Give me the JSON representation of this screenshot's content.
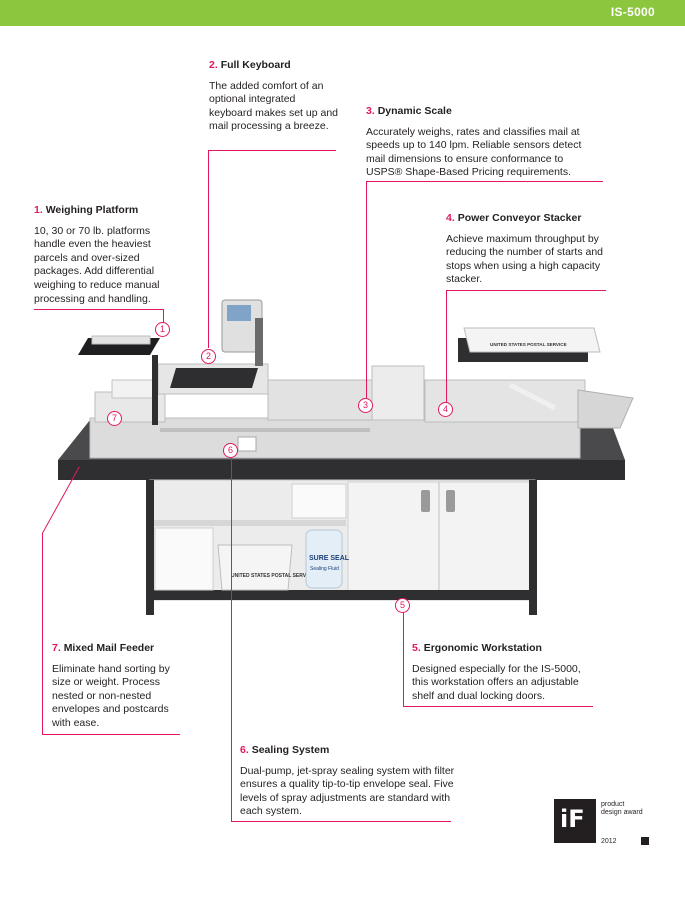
{
  "header": {
    "model": "IS-5000",
    "bar_color": "#8cc63f"
  },
  "accent_color": "#e2185b",
  "callouts": [
    {
      "num": "1.",
      "title": "Weighing Platform",
      "body": "10, 30 or 70 lb. platforms handle even the heaviest parcels and over-sized packages. Add differential weighing to reduce manual processing and handling."
    },
    {
      "num": "2.",
      "title": "Full Keyboard",
      "body": "The added comfort of an optional integrated keyboard makes set up and mail processing a breeze."
    },
    {
      "num": "3.",
      "title": "Dynamic Scale",
      "body": "Accurately weighs, rates and classifies mail at speeds up to 140 lpm. Reliable sensors detect mail dimensions to ensure conformance to USPS® Shape-Based Pricing requirements."
    },
    {
      "num": "4.",
      "title": "Power Conveyor Stacker",
      "body": "Achieve maximum throughput by reducing the number of starts and stops when using a high capacity stacker."
    },
    {
      "num": "5.",
      "title": "Ergonomic Workstation",
      "body": "Designed especially for the IS-5000, this workstation offers an adjustable shelf and dual locking doors."
    },
    {
      "num": "6.",
      "title": "Sealing System",
      "body": "Dual-pump, jet-spray sealing system with filter ensures a quality tip-to-tip envelope seal. Five levels of spray adjustments are standard with each system."
    },
    {
      "num": "7.",
      "title": "Mixed Mail Feeder",
      "body": "Eliminate hand sorting by size or weight. Process nested or non-nested envelopes and postcards with ease."
    }
  ],
  "badges": [
    "1",
    "2",
    "3",
    "4",
    "5",
    "6",
    "7"
  ],
  "product_labels": {
    "stacker_tray": "UNITED STATES POSTAL SERVICE",
    "bin": "UNITED STATES POSTAL SERVICE",
    "jug_brand": "SURE SEAL",
    "jug_sub": "Sealing Fluid"
  },
  "award": {
    "mark": "iF",
    "text_line1": "product",
    "text_line2": "design award",
    "year": "2012"
  }
}
